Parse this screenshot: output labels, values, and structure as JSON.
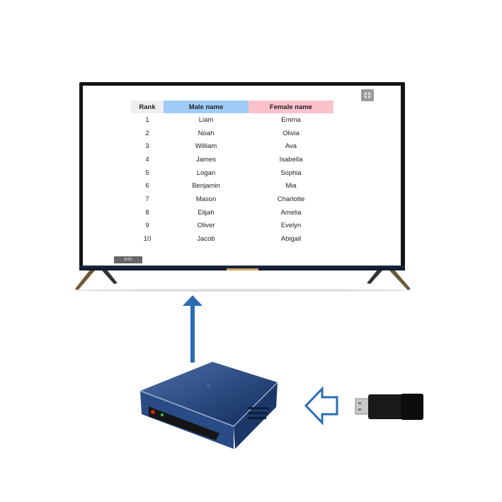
{
  "tv_screen": {
    "table": {
      "headers": [
        "Rank",
        "Male name",
        "Female name"
      ],
      "rows": [
        [
          "1",
          "Liam",
          "Emma"
        ],
        [
          "2",
          "Noah",
          "Olivia"
        ],
        [
          "3",
          "William",
          "Ava"
        ],
        [
          "4",
          "James",
          "Isabella"
        ],
        [
          "5",
          "Logan",
          "Sophia"
        ],
        [
          "6",
          "Benjamin",
          "Mia"
        ],
        [
          "7",
          "Mason",
          "Charlotte"
        ],
        [
          "8",
          "Elijah",
          "Amelia"
        ],
        [
          "9",
          "Oliver",
          "Evelyn"
        ],
        [
          "10",
          "Jacob",
          "Abigail"
        ]
      ]
    },
    "page_indicator": "8/40",
    "fullscreen_icon": "fullscreen-exit-icon"
  },
  "colors": {
    "arrow": "#2a6db5",
    "male_header": "#9fcbf7",
    "female_header": "#fbc2cc",
    "box": "#1f3f78"
  }
}
